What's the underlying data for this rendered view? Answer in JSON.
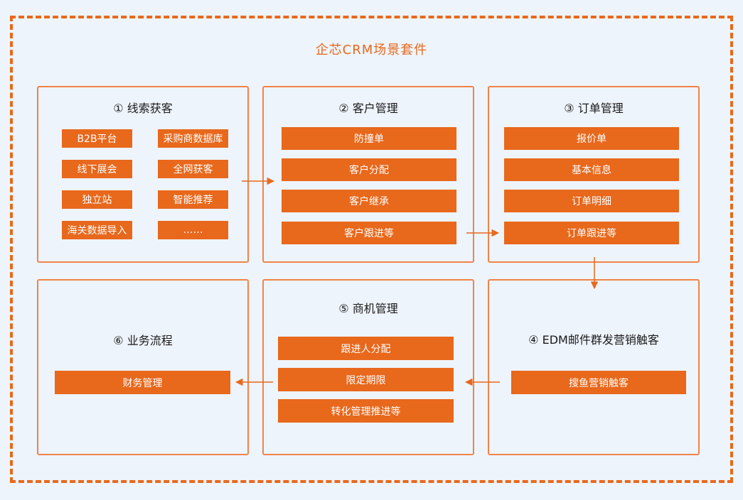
{
  "title": "企芯CRM场景套件",
  "panels": {
    "lead": {
      "title": "① 线索获客",
      "items": [
        "B2B平台",
        "采购商数据库",
        "线下展会",
        "全网获客",
        "独立站",
        "智能推荐",
        "海关数据导入",
        "……"
      ]
    },
    "customer": {
      "title": "② 客户管理",
      "items": [
        "防撞单",
        "客户分配",
        "客户继承",
        "客户跟进等"
      ]
    },
    "order": {
      "title": "③ 订单管理",
      "items": [
        "报价单",
        "基本信息",
        "订单明细",
        "订单跟进等"
      ]
    },
    "edm": {
      "title": "④ EDM邮件群发营销触客",
      "items": [
        "搜鱼营销触客"
      ]
    },
    "opportunity": {
      "title": "⑤ 商机管理",
      "items": [
        "跟进人分配",
        "限定期限",
        "转化管理推进等"
      ]
    },
    "workflow": {
      "title": "⑥ 业务流程",
      "items": [
        "财务管理"
      ]
    }
  },
  "colors": {
    "accent": "#e8681c",
    "panel_border": "#f0834a",
    "background": "#eef4fb"
  }
}
